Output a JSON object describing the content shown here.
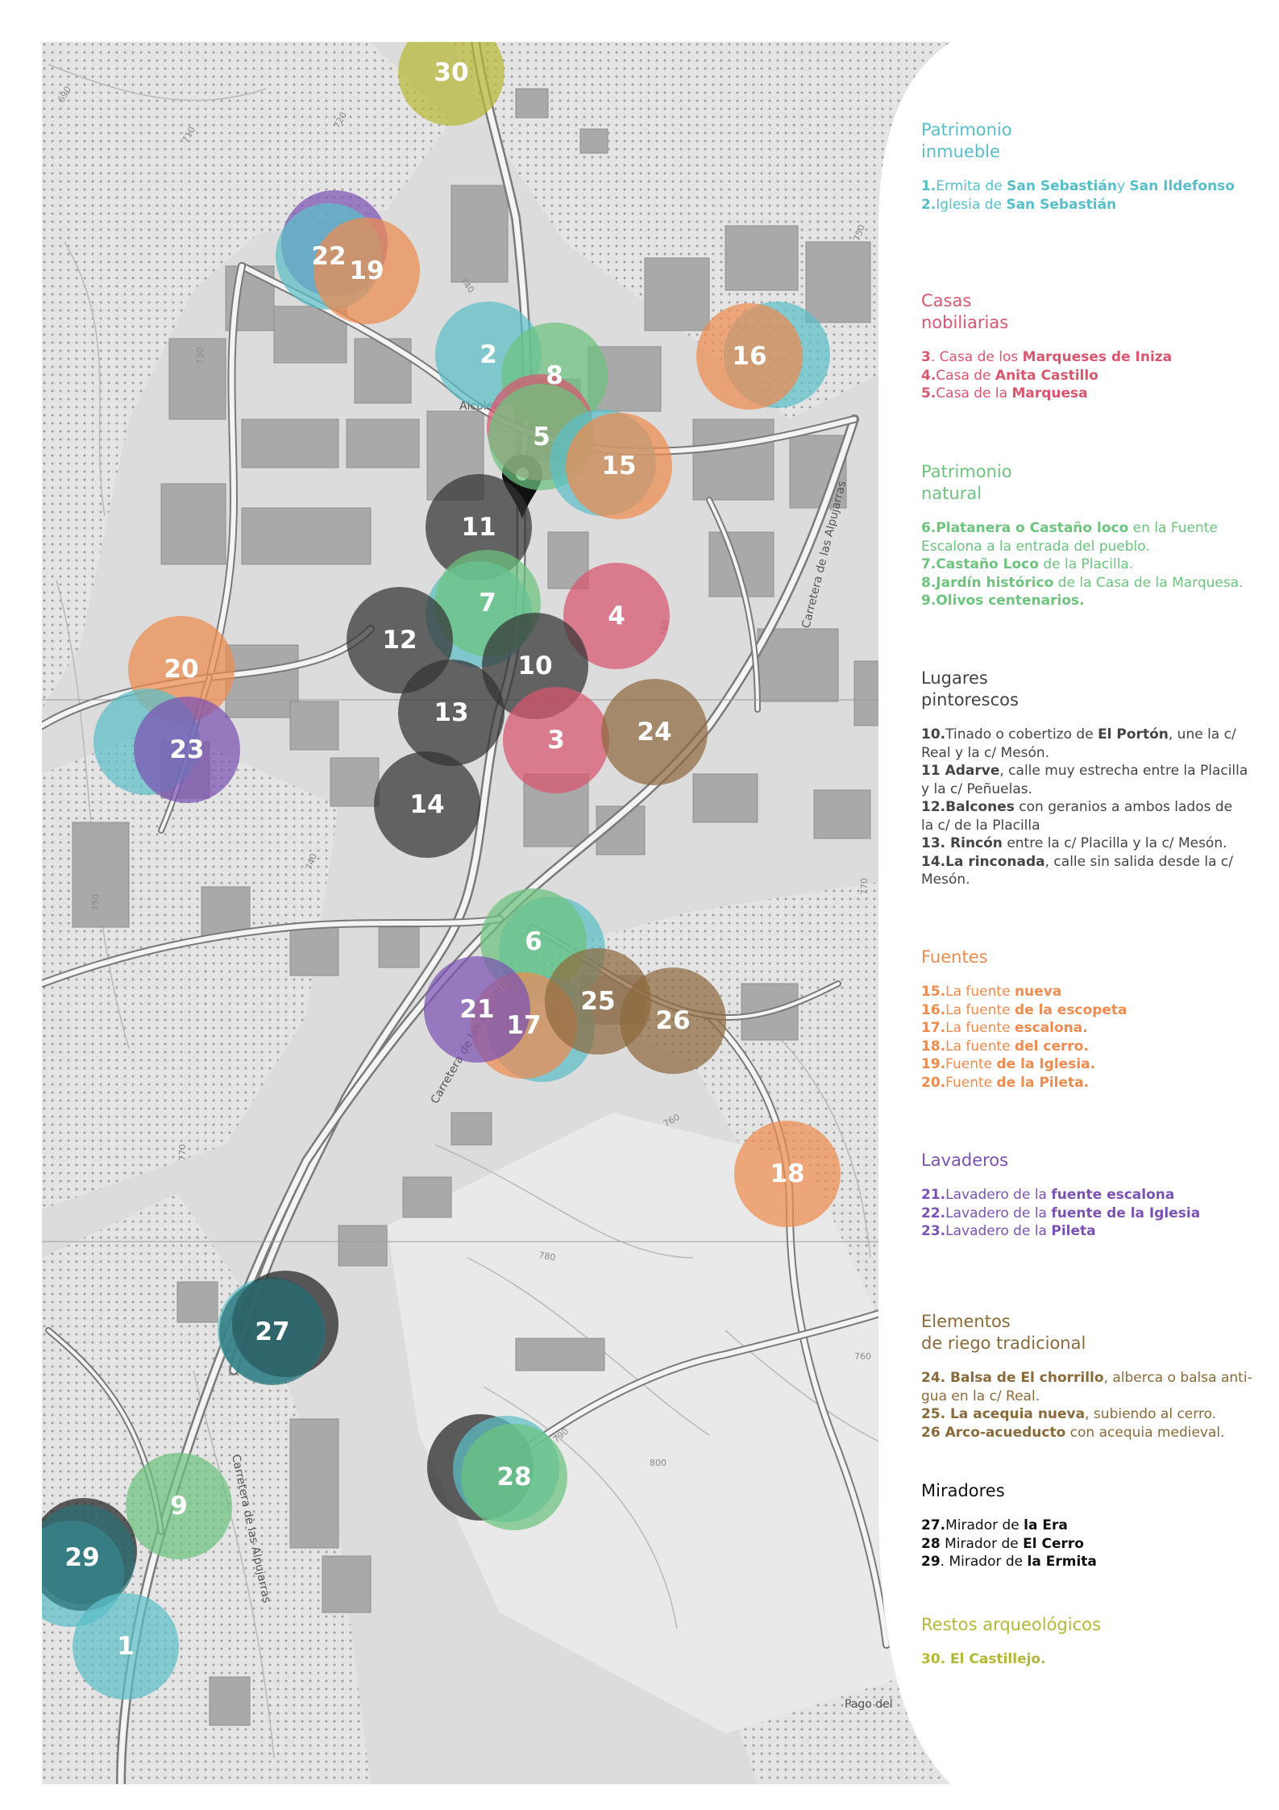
{
  "map": {
    "place_label": "Alcolea",
    "road_labels": [
      "Carretera de las Alpujarras",
      "Carretera de las Alpujarras",
      "Carretera de las Alpujarras"
    ],
    "area_label": "Pago del",
    "contour_labels": [
      "690",
      "710",
      "720",
      "730",
      "740",
      "750",
      "760",
      "770",
      "780",
      "790",
      "800",
      "740",
      "760",
      "750",
      "770",
      "760"
    ]
  },
  "markers": [
    {
      "label": "30",
      "color": "#b5b836"
    },
    {
      "label": "22",
      "color": "#7b52b3"
    },
    {
      "label": "22",
      "color": "#5bbfc8"
    },
    {
      "label": "19",
      "color": "#ee8b4f"
    },
    {
      "label": "2",
      "color": "#5bbfc8"
    },
    {
      "label": "8",
      "color": "#6cc47e"
    },
    {
      "label": "16",
      "color": "#5bbfc8"
    },
    {
      "label": "16",
      "color": "#ee8b4f"
    },
    {
      "label": "5",
      "color": "#d9566f"
    },
    {
      "label": "5",
      "color": "#6cc47e"
    },
    {
      "label": "15",
      "color": "#5bbfc8"
    },
    {
      "label": "15",
      "color": "#ee8b4f"
    },
    {
      "label": "11",
      "color": "#333333"
    },
    {
      "label": "7",
      "color": "#5bbfc8"
    },
    {
      "label": "7",
      "color": "#6cc47e"
    },
    {
      "label": "4",
      "color": "#d9566f"
    },
    {
      "label": "12",
      "color": "#333333"
    },
    {
      "label": "10",
      "color": "#333333"
    },
    {
      "label": "20",
      "color": "#ee8b4f"
    },
    {
      "label": "23",
      "color": "#5bbfc8"
    },
    {
      "label": "23",
      "color": "#7b52b3"
    },
    {
      "label": "13",
      "color": "#333333"
    },
    {
      "label": "3",
      "color": "#d9566f"
    },
    {
      "label": "24",
      "color": "#8f6b3f"
    },
    {
      "label": "14",
      "color": "#333333"
    },
    {
      "label": "6",
      "color": "#5bbfc8"
    },
    {
      "label": "6",
      "color": "#6cc47e"
    },
    {
      "label": "17",
      "color": "#5bbfc8"
    },
    {
      "label": "17",
      "color": "#ee8b4f"
    },
    {
      "label": "21",
      "color": "#7b52b3"
    },
    {
      "label": "25",
      "color": "#8f6b3f"
    },
    {
      "label": "26",
      "color": "#8f6b3f"
    },
    {
      "label": "18",
      "color": "#ee8b4f"
    },
    {
      "label": "27",
      "color": "#5bbfc8"
    },
    {
      "label": "27",
      "color": "#222222"
    },
    {
      "label": "27",
      "color": "#2a6f76"
    },
    {
      "label": "28",
      "color": "#222222"
    },
    {
      "label": "28",
      "color": "#5bbfc8"
    },
    {
      "label": "28",
      "color": "#6cc47e"
    },
    {
      "label": "9",
      "color": "#6cc47e"
    },
    {
      "label": "29",
      "color": "#222222"
    },
    {
      "label": "29",
      "color": "#5bbfc8"
    },
    {
      "label": "29",
      "color": "#2a6f76"
    },
    {
      "label": "1",
      "color": "#5bbfc8"
    }
  ],
  "legend": [
    {
      "id": "patrimonio-inmueble",
      "title": [
        "Patrimonio",
        "inmueble"
      ],
      "color": "#57bfca",
      "lines": [
        [
          {
            "b": "1."
          },
          {
            "t": "Ermita de "
          },
          {
            "b": "San Sebastián"
          },
          {
            "t": "y "
          },
          {
            "b": "San Ildefonso"
          }
        ],
        [
          {
            "b": "2."
          },
          {
            "t": "Iglesia de "
          },
          {
            "b": "San Sebastián"
          }
        ]
      ]
    },
    {
      "id": "casas-nobiliarias",
      "title": [
        "Casas",
        "nobiliarias"
      ],
      "color": "#d9566f",
      "lines": [
        [
          {
            "b": "3"
          },
          {
            "t": ". Casa de los "
          },
          {
            "b": "Marqueses de Iniza"
          }
        ],
        [
          {
            "b": "4."
          },
          {
            "t": "Casa de "
          },
          {
            "b": "Anita Castillo"
          }
        ],
        [
          {
            "b": "5."
          },
          {
            "t": "Casa de la "
          },
          {
            "b": "Marquesa"
          }
        ]
      ]
    },
    {
      "id": "patrimonio-natural",
      "title": [
        "Patrimonio",
        "natural"
      ],
      "color": "#6cc47e",
      "lines": [
        [
          {
            "b": "6.Platanera o Castaño loco"
          },
          {
            "t": " en la Fuente"
          }
        ],
        [
          {
            "t": "Escalona a la entrada del pueblo."
          }
        ],
        [
          {
            "b": "7.Castaño Loco"
          },
          {
            "t": " de la Placilla."
          }
        ],
        [
          {
            "b": "8.Jardín histórico"
          },
          {
            "t": " de la Casa de la Marquesa."
          }
        ],
        [
          {
            "b": "9.Olivos centenarios."
          }
        ]
      ]
    },
    {
      "id": "lugares-pintorescos",
      "title": [
        "Lugares",
        "pintorescos"
      ],
      "color": "#444444",
      "lines": [
        [
          {
            "b": "10."
          },
          {
            "t": "Tinado o cobertizo de "
          },
          {
            "b": "El Portón"
          },
          {
            "t": ", une la c/"
          }
        ],
        [
          {
            "t": "Real y la c/ Mesón."
          }
        ],
        [
          {
            "b": "11 Adarve"
          },
          {
            "t": ", calle muy estrecha entre la Placilla"
          }
        ],
        [
          {
            "t": "y la c/ Peñuelas."
          }
        ],
        [
          {
            "b": "12.Balcones"
          },
          {
            "t": " con geranios a ambos lados de"
          }
        ],
        [
          {
            "t": "la c/ de la Placilla"
          }
        ],
        [
          {
            "b": "13. Rincón"
          },
          {
            "t": " entre la c/ Placilla y la c/ Mesón."
          }
        ],
        [
          {
            "b": "14.La rinconada"
          },
          {
            "t": ", calle sin salida desde la c/"
          }
        ],
        [
          {
            "t": "Mesón."
          }
        ]
      ]
    },
    {
      "id": "fuentes",
      "title": [
        "Fuentes"
      ],
      "color": "#ee8b4f",
      "lines": [
        [
          {
            "b": "15."
          },
          {
            "t": "La fuente "
          },
          {
            "b": "nueva"
          }
        ],
        [
          {
            "b": "16."
          },
          {
            "t": "La fuente "
          },
          {
            "b": "de la escopeta"
          }
        ],
        [
          {
            "b": "17."
          },
          {
            "t": "La fuente "
          },
          {
            "b": "escalona."
          }
        ],
        [
          {
            "b": "18."
          },
          {
            "t": "La fuente "
          },
          {
            "b": "del cerro."
          }
        ],
        [
          {
            "b": "19."
          },
          {
            "t": "Fuente "
          },
          {
            "b": "de la Iglesia."
          }
        ],
        [
          {
            "b": "20."
          },
          {
            "t": "Fuente "
          },
          {
            "b": "de la Pileta."
          }
        ]
      ]
    },
    {
      "id": "lavaderos",
      "title": [
        "Lavaderos"
      ],
      "color": "#7b52b3",
      "lines": [
        [
          {
            "b": "21."
          },
          {
            "t": "Lavadero de la "
          },
          {
            "b": "fuente escalona"
          }
        ],
        [
          {
            "b": "22."
          },
          {
            "t": "Lavadero de la "
          },
          {
            "b": "fuente de la Iglesia"
          }
        ],
        [
          {
            "b": "23."
          },
          {
            "t": "Lavadero de la "
          },
          {
            "b": "Pileta"
          }
        ]
      ]
    },
    {
      "id": "elementos-riego",
      "title": [
        "Elementos",
        "de riego tradicional"
      ],
      "color": "#8a6a3a",
      "lines": [
        [
          {
            "b": "24. Balsa de El chorrillo"
          },
          {
            "t": ", alberca o balsa anti-"
          }
        ],
        [
          {
            "t": "gua en la c/ Real."
          }
        ],
        [
          {
            "b": "25. La acequia nueva"
          },
          {
            "t": ", subiendo al cerro."
          }
        ],
        [
          {
            "b": "26 Arco-acueducto"
          },
          {
            "t": " con acequia medieval."
          }
        ]
      ]
    },
    {
      "id": "miradores",
      "title": [
        "Miradores"
      ],
      "color": "#111111",
      "lines": [
        [
          {
            "b": "27."
          },
          {
            "t": "Mirador de "
          },
          {
            "b": "la Era"
          }
        ],
        [
          {
            "b": "28"
          },
          {
            "t": " Mirador de "
          },
          {
            "b": "El Cerro"
          }
        ],
        [
          {
            "b": "29"
          },
          {
            "t": ". Mirador de "
          },
          {
            "b": "la Ermita"
          }
        ]
      ]
    },
    {
      "id": "restos-arqueologicos",
      "title": [
        "Restos arqueológicos"
      ],
      "color": "#b5b836",
      "lines": [
        [
          {
            "b": "30. El Castillejo."
          }
        ]
      ]
    }
  ]
}
